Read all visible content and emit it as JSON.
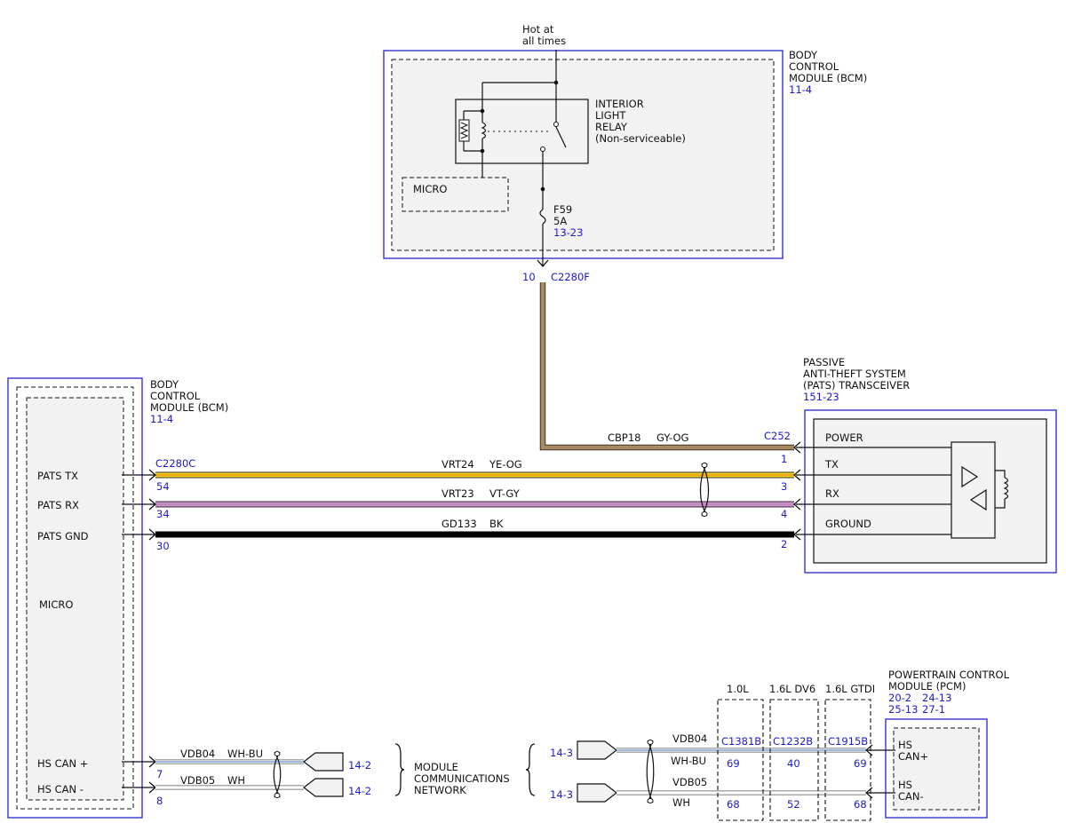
{
  "power": {
    "hot_line1": "Hot at",
    "hot_line2": "all times"
  },
  "bcm_top": {
    "title": [
      "BODY",
      "CONTROL",
      "MODULE (BCM)"
    ],
    "ref": "11-4",
    "relay_label": [
      "INTERIOR",
      "LIGHT",
      "RELAY",
      "(Non-serviceable)"
    ],
    "micro": "MICRO",
    "fuse": {
      "name": "F59",
      "rating": "5A",
      "ref": "13-23"
    },
    "pin": "10",
    "connector": "C2280F"
  },
  "bcm_left": {
    "title": [
      "BODY",
      "CONTROL",
      "MODULE (BCM)"
    ],
    "ref": "11-4",
    "connector": "C2280C",
    "pins": {
      "pats_tx": {
        "label": "PATS TX",
        "num": "54"
      },
      "pats_rx": {
        "label": "PATS RX",
        "num": "34"
      },
      "pats_gnd": {
        "label": "PATS GND",
        "num": "30"
      },
      "hs_can_plus": {
        "label": "HS CAN +",
        "num": "7"
      },
      "hs_can_minus": {
        "label": "HS CAN -",
        "num": "8"
      }
    },
    "micro": "MICRO"
  },
  "pats": {
    "title": [
      "PASSIVE",
      "ANTI-THEFT SYSTEM",
      "(PATS) TRANSCEIVER"
    ],
    "ref": "151-23",
    "connector": "C252",
    "pins": {
      "power": {
        "label": "POWER",
        "num": "1"
      },
      "tx": {
        "label": "TX",
        "num": "3"
      },
      "rx": {
        "label": "RX",
        "num": "4"
      },
      "ground": {
        "label": "GROUND",
        "num": "2"
      }
    }
  },
  "wires": {
    "cbp18": {
      "circuit": "CBP18",
      "color": "GY-OG"
    },
    "vrt24": {
      "circuit": "VRT24",
      "color": "YE-OG"
    },
    "vrt23": {
      "circuit": "VRT23",
      "color": "VT-GY"
    },
    "gd133": {
      "circuit": "GD133",
      "color": "BK"
    },
    "vdb04_left": {
      "circuit": "VDB04",
      "color": "WH-BU"
    },
    "vdb05_left": {
      "circuit": "VDB05",
      "color": "WH"
    },
    "vdb04_right": {
      "circuit": "VDB04",
      "color": "WH-BU"
    },
    "vdb05_right": {
      "circuit": "VDB05",
      "color": "WH"
    }
  },
  "network": {
    "label": [
      "MODULE",
      "COMMUNICATIONS",
      "NETWORK"
    ],
    "ref": "14-2",
    "ref_right": "14-3"
  },
  "engines": [
    {
      "name": "1.0L",
      "connector": "C1381B",
      "pin_plus": "69",
      "pin_minus": "68"
    },
    {
      "name": "1.6L DV6",
      "connector": "C1232B",
      "pin_plus": "40",
      "pin_minus": "52"
    },
    {
      "name": "1.6L GTDI",
      "connector": "C1915B",
      "pin_plus": "69",
      "pin_minus": "68"
    }
  ],
  "pcm": {
    "title": [
      "POWERTRAIN CONTROL",
      "MODULE (PCM)"
    ],
    "refs": [
      [
        "20-2",
        "24-13"
      ],
      [
        "25-13",
        "27-1"
      ]
    ],
    "can_plus": [
      "HS",
      "CAN+"
    ],
    "can_minus": [
      "HS",
      "CAN-"
    ]
  },
  "colors": {
    "ref_blue": "#1a1acc",
    "module_outline": "#2222cc",
    "wire_grey_orange": "#b5894f",
    "wire_yellow": "#f2d21a",
    "wire_violet": "#d68ad6",
    "wire_black": "#000000",
    "wire_can_blue": "#6f8fd8"
  }
}
